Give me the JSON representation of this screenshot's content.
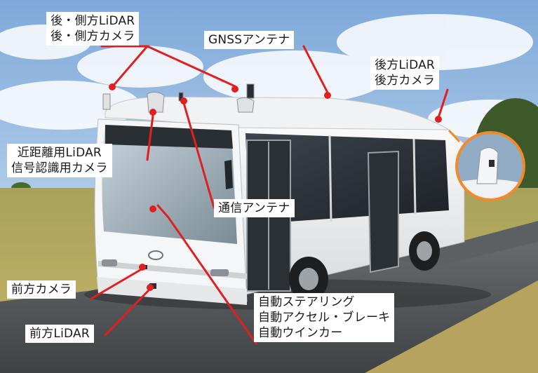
{
  "labels": {
    "rear_side": [
      "後・側方LiDAR",
      "後・側方カメラ"
    ],
    "gnss": "GNSSアンテナ",
    "rear": [
      "後方LiDAR",
      "後方カメラ"
    ],
    "near": [
      "近距離用LiDAR",
      "信号認識用カメラ"
    ],
    "comm": "通信アンテナ",
    "front_camera": "前方カメラ",
    "front_lidar": "前方LiDAR",
    "auto": [
      "自動ステアリング",
      "自動アクセル・ブレーキ",
      "自動ウインカー"
    ]
  },
  "colors": {
    "callout": "#e02020",
    "inset_ring": "#f28a2a",
    "sky": "#9fc0e4",
    "grass": "#b9a95a",
    "road": "#55585c",
    "bus_body": "#f4f5f6"
  }
}
